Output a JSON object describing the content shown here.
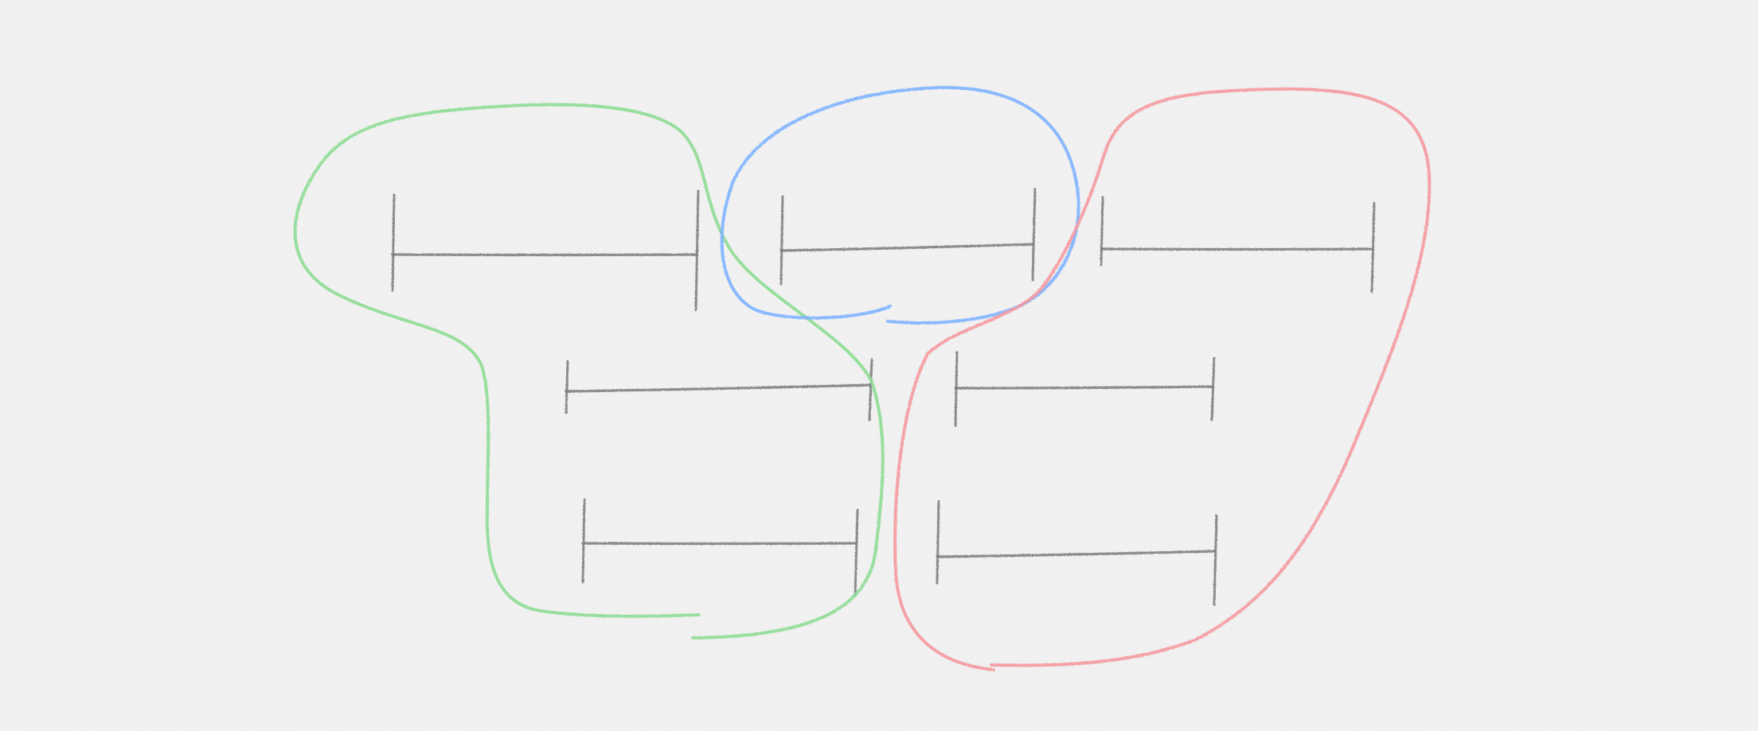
{
  "sketch": {
    "intervals_count": 7,
    "groups": [
      {
        "name": "green-group",
        "color": "#8fdc94",
        "member_intervals": 3
      },
      {
        "name": "blue-group",
        "color": "#7fb2ff",
        "member_intervals": 1
      },
      {
        "name": "red-group",
        "color": "#f49aa0",
        "member_intervals": 3
      }
    ],
    "interval_color": "#7a7a7a",
    "paper_color": "#f2f2f2"
  }
}
